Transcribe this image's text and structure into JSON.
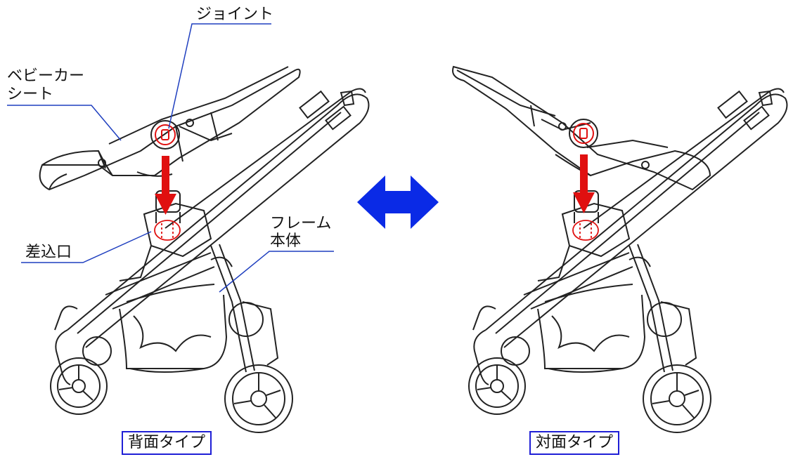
{
  "labels": {
    "joint": "ジョイント",
    "seat_line1": "ベビーカー",
    "seat_line2": "シート",
    "socket": "差込口",
    "frame_line1": "フレーム",
    "frame_line2": "本体"
  },
  "captions": {
    "rear_facing": "背面タイプ",
    "face_to_face": "対面タイプ"
  },
  "colors": {
    "leader_line": "#1f3fbf",
    "arrow_red": "#e01010",
    "swap_arrow_blue": "#0a2ae6",
    "drawing_line": "#222222"
  }
}
